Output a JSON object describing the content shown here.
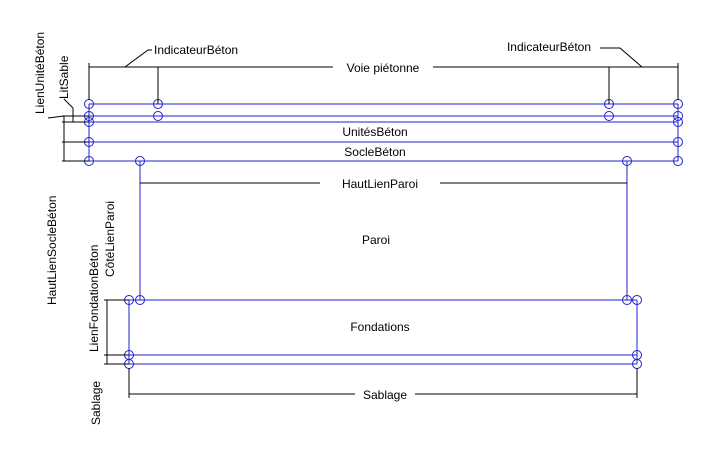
{
  "labels": {
    "indicateur_left": "IndicateurBéton",
    "indicateur_right": "IndicateurBéton",
    "voie_pietonne": "Voie piétonne",
    "unites_beton": "UnitésBéton",
    "socle_beton": "SocleBéton",
    "haut_lien_paroi": "HautLienParoi",
    "paroi": "Paroi",
    "fondations": "Fondations",
    "sablage_bottom": "Sablage",
    "lien_unite_beton": "LienUnitéBéton",
    "lit_sable": "LitSable",
    "haut_lien_socle_beton": "HautLienSocleBéton",
    "lien_fondation_beton": "LienFondationBéton",
    "cote_lien_paroi": "CôtéLienParoi",
    "sablage_left": "Sablage"
  },
  "colors": {
    "structure": "#2020d0",
    "dimension": "#000000",
    "background": "#ffffff"
  }
}
